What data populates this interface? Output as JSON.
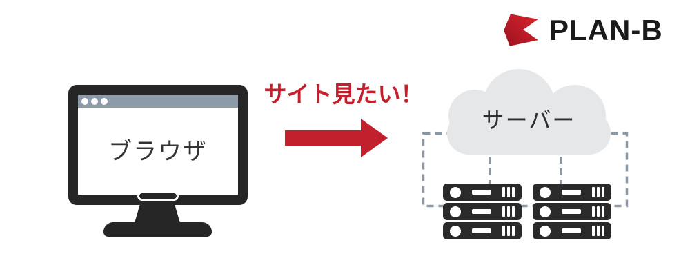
{
  "page": {
    "background": "#ffffff"
  },
  "logo": {
    "wordmark": "PLAN-B",
    "icon": "plan-b-chevron-icon",
    "mark_color": "#c0202c",
    "text_color": "#1a1a1a"
  },
  "browser": {
    "label": "ブラウザ",
    "titlebar_color": "#8c9ba7",
    "frame_color": "#262626",
    "window_dots": 3
  },
  "request": {
    "label": "サイト見たい！",
    "color": "#c2202d",
    "arrow_icon": "right-arrow-icon"
  },
  "server": {
    "label": "サーバー",
    "cloud_color": "#e5e7e9",
    "link_color": "#8c99a5",
    "rack_color": "#2a2a2a",
    "stack_count": 2,
    "racks_per_stack": 3
  }
}
